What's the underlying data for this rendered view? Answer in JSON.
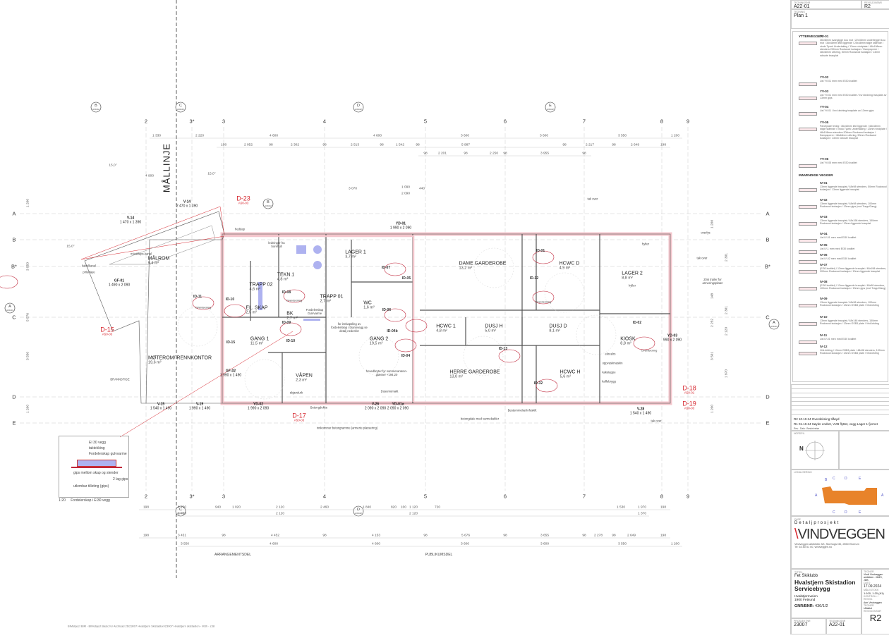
{
  "drawing": {
    "mallinje": "MÅLLINJE",
    "grid_columns": [
      "2",
      "3*",
      "3",
      "4",
      "5",
      "6",
      "7",
      "8",
      "9"
    ],
    "grid_rows": [
      "A",
      "B",
      "B*",
      "C",
      "D",
      "E"
    ],
    "section_markers": [
      {
        "label": "B",
        "ref": "A30-02"
      },
      {
        "label": "C",
        "ref": "A30-02"
      },
      {
        "label": "D",
        "ref": "A30-02"
      },
      {
        "label": "E",
        "ref": "A30-02"
      },
      {
        "label": "C",
        "ref": "A30-02"
      },
      {
        "label": "D",
        "ref": "A30-02"
      },
      {
        "label": "A",
        "ref": "A30-01"
      },
      {
        "label": "A",
        "ref": "A30-01"
      },
      {
        "label": "B",
        "ref": "A30-02"
      }
    ],
    "angles": [
      "15,0°",
      "15,0°",
      "15,0°"
    ],
    "dim_top1": [
      "1 330",
      "2 220",
      "4 600",
      "4 600",
      "3 600",
      "3 600",
      "3 550",
      "1 200"
    ],
    "dim_top2": [
      "198",
      "2 052",
      "98",
      "2 302",
      "98",
      "2 513",
      "98",
      "1 542",
      "98",
      "5 987",
      "98",
      "2 217",
      "98",
      "2 649",
      "198"
    ],
    "dim_top3": [
      "98",
      "2 201",
      "98",
      "2 250",
      "98",
      "3 955",
      "98"
    ],
    "dim_mid": [
      "3 070",
      "1 090",
      "2 090",
      "440",
      "4 900"
    ],
    "dim_bot1": [
      "198",
      "2 760",
      "940",
      "1 020",
      "2 120",
      "2 460",
      "1 840",
      "820",
      "100",
      "1 120",
      "720",
      "1 530",
      "1 970",
      "198"
    ],
    "dim_bot2": [
      "1 720",
      "2 120",
      "2 120",
      "1 370"
    ],
    "dim_bot3": [
      "198",
      "3 451",
      "98",
      "4 452",
      "98",
      "4 153",
      "98",
      "5 676",
      "98",
      "3 655",
      "98",
      "2 278",
      "98",
      "2 649",
      "198"
    ],
    "dim_bot4": [
      "3 550",
      "4 600",
      "4 600",
      "3 600",
      "3 600",
      "3 550",
      "1 200"
    ],
    "dim_left": [
      "1 200",
      "3 550",
      "5 576",
      "3 550",
      "1 200"
    ],
    "dim_right": [
      "1 200",
      "2 301",
      "148",
      "2 301",
      "2 252",
      "2 120",
      "3 501",
      "1 970",
      "1 200"
    ],
    "rooms": [
      {
        "name": "MÅLROM",
        "area": "9,4 m²"
      },
      {
        "name": "EL. SKAP",
        "area": "2,5 m²"
      },
      {
        "name": "TRAPP 02",
        "area": "4,6 m²"
      },
      {
        "name": "TEKN.1",
        "area": "4,8 m²"
      },
      {
        "name": "LAGER 1",
        "area": "3,7 m²"
      },
      {
        "name": "TRAPP 01",
        "area": "2,7 m²"
      },
      {
        "name": "WC",
        "area": "1,6 m²"
      },
      {
        "name": "BK",
        "area": "2,7 m²"
      },
      {
        "name": "GANG 1",
        "area": "11,5 m²"
      },
      {
        "name": "GANG 2",
        "area": "19,5 m²"
      },
      {
        "name": "VÅPEN",
        "area": "2,3 m²"
      },
      {
        "name": "MØTEROM/ RENNKONTOR",
        "area": "19,6 m²"
      },
      {
        "name": "DAME GARDEROBE",
        "area": "13,2 m²"
      },
      {
        "name": "HCWC D",
        "area": "4,9 m²"
      },
      {
        "name": "LAGER 2",
        "area": "8,8 m²"
      },
      {
        "name": "HCWC 1",
        "area": "4,8 m²"
      },
      {
        "name": "DUSJ H",
        "area": "5,0 m²"
      },
      {
        "name": "DUSJ D",
        "area": "8,1 m²"
      },
      {
        "name": "KIOSK",
        "area": "8,8 m²"
      },
      {
        "name": "HERRE GARDEROBE",
        "area": "13,0 m²"
      },
      {
        "name": "HCWC H",
        "area": "5,6 m²"
      }
    ],
    "detail_tags": [
      {
        "id": "D-23",
        "ref": "A50-03"
      },
      {
        "id": "D-15",
        "ref": "A50-03"
      },
      {
        "id": "D-17",
        "ref": "A50-03"
      },
      {
        "id": "D-18",
        "ref": "A50-01"
      },
      {
        "id": "D-19",
        "ref": "A50-03"
      }
    ],
    "id_labels": [
      "ID-11",
      "ID-10",
      "ID-08",
      "ID-09",
      "ID-10",
      "ID-15",
      "ID-07",
      "ID-05",
      "ID-06",
      "ID-04b",
      "ID-04",
      "ID-01",
      "ID-12",
      "ID-13",
      "ID-02",
      "ID-32"
    ],
    "cloud_text": "Overdekning",
    "windows": [
      {
        "id": "V-14",
        "size": "1 470 x 1 390"
      },
      {
        "id": "V-14",
        "size": "2 470 x 1 390"
      },
      {
        "id": "GF-01",
        "size": "1 490 x 2 090"
      },
      {
        "id": "V-15",
        "size": "1 540 x 1 490"
      },
      {
        "id": "V-19",
        "size": "1 990 x 1 490"
      },
      {
        "id": "YD-02",
        "size": "1 990 x 2 090"
      },
      {
        "id": "YD-01",
        "size": "1 990 x 2 090"
      },
      {
        "id": "V-26",
        "size": "2 090 x 2 090"
      },
      {
        "id": "YD-01a",
        "size": "2 090 x 2 090"
      },
      {
        "id": "V-28",
        "size": "1 540 x 1 490"
      },
      {
        "id": "YD-03",
        "size": "990 x 2 090"
      },
      {
        "id": "GF-02",
        "size": "1 990 x 1 490"
      }
    ],
    "notes": [
      "tak over",
      "tak over",
      "tak over",
      "BRANNSTIGE",
      "kabelkanal",
      "pirlerfaye",
      "mästilleps-kanal",
      "overlys",
      "heddap",
      "betongdale med varmekabler",
      "Bestemmelse/Infoskilt",
      "ledninger fra borehull",
      "Fordelerskap Gulvvarme",
      "for innkapsling av fordelerskap i brannvegg se detalj nedenfor",
      "hovedbryter fyr sommerantenn­glæmer +194,20",
      "hylter",
      "hyller",
      "kaffebrygg",
      "kaksteppe",
      "oppvaskmaskin",
      "ekreelrs",
      "Zink trailer for armeringsplater",
      "Dusumomakt",
      "Betongdekke",
      "skjærdurk",
      "innkommer betongramme (armerte plassering)",
      "ARRANGEMENTSDEL",
      "PUBLIKUMSDEL"
    ],
    "detail": {
      "labels": [
        "EI 30 vegg",
        "taktekking",
        "Fordelerskap gulvvarme",
        "gips mellom skap og stender",
        "2 lag gips",
        "utlembar tilleting (gips)"
      ],
      "scale": "1:20",
      "caption": "Fordelerskap i EI30 vegg"
    },
    "footer_path": "BIMobject BIM - BIMobject Basic for Archicad 26/23007 Hvalstjern Skistadion/23007 Hvalstjern skistadion - M3h - z38"
  },
  "titleblock": {
    "top": {
      "drawing_no_label": "TEGNINGSNR",
      "drawing_no": "A22-01",
      "rev_label": "REVISJONSNR",
      "rev": "R2",
      "drawing_label": "TEGNING",
      "drawing": "Plan 1"
    },
    "legend": {
      "exterior_title": "YTTERVEGGER",
      "exterior": [
        {
          "code": "YV-01",
          "desc": "36x48mm svangigge kou mot / 22x36mm undertegget kou mot / 36x48mm lekt liggende / 25x48mm stigle stående / vindu Tyvek Undertaking / 13mm vindplate / 48x198mm stenders 200mm Rockwool isolasjon / Dampsperre / 48x48mm utforing, 50mm Rockwool isolasjon / 13mm robuste brauplat"
        },
        {
          "code": "YV-02",
          "desc": "Lisl YV-01 men med EI30 kvalitet"
        },
        {
          "code": "YV-03",
          "desc": "Lisl YV-01 men med EI30 kvalitet / Inv kledning trasplate av 13mm gips"
        },
        {
          "code": "YV-04",
          "desc": "Lisl YV-01 / Inv kledning trasplate av 13mm gips"
        },
        {
          "code": "YV-05",
          "desc": "Panelplate ferdig / 36x48mm lekt liggende / 48x48mm stigle stående / vindu Tyvek Undertaking / 13mm vindplate / 48x198mm stenders 200mm Rockwool isolasjon / Dampsperre / 48x48mm utforing, 50mm Rockwool isolasjon / 13mm robuste brauplat"
        },
        {
          "code": "YV-06",
          "desc": "Lisl YV-05 men med EI30 kvalitet"
        }
      ],
      "interior_title": "INNVENDIGE VEGGER",
      "interior": [
        {
          "code": "IV-01",
          "desc": "13mm liggende brauplat / 48x98 stenders, 50mm Rockwool isolasjon / 13mm liggende brauplat"
        },
        {
          "code": "IV-02",
          "desc": "13mm liggende brauplat / 48x98 stenders, 100mm Rockwool isolasjon / 13mm gips (mot Trapp/Gang)"
        },
        {
          "code": "IV-03",
          "desc": "13mm liggende brauplat / 48x198 stenders, 150mm Rockwool isolasjon / 13mm liggende brauplat"
        },
        {
          "code": "IV-04",
          "desc": "Lisl IV-01 men med EI30 kvalitet"
        },
        {
          "code": "IV-05",
          "desc": "Lisl IV-1 men med EI30 kvalitet"
        },
        {
          "code": "IV-06",
          "desc": "Lisl IV-02 men med EI30 kvalitet"
        },
        {
          "code": "IV-07",
          "desc": "(EI30 kvalitet) / 13mm liggende brauplat / 48x198 stenders, 200mm Rockwool isolasjon / 13mm liggende brauplat"
        },
        {
          "code": "IV-08",
          "desc": "(EI30 kvalitet) / 13mm liggende brauplat / 48x98 stenders, 100mm Rockwool isolasjon / 13mm gips (mot Trapp/Gang)"
        },
        {
          "code": "IV-09",
          "desc": "13mm liggende brauplat / 48x98 stenders, 100mm Rockwool isolasjon / 13mm OSB3 plate / Vrid-lekting"
        },
        {
          "code": "IV-10",
          "desc": "13mm liggende brauplat / 48x148 stenders, 150mm Rockwool isolasjon / 13mm OSB3 plate / Vrid-lekting"
        },
        {
          "code": "IV-11",
          "desc": "Lisl IV-01 men med EI30 kvalitet"
        },
        {
          "code": "IV-12",
          "desc": "Vrid-lekting / 13mm OSB3 plate / 48x98 stenders, 100mm Rockwool isolasjon / 13mm OSB3 plate / Vrid-lekting"
        }
      ]
    },
    "revisions": [
      {
        "text": "R2 10.10.24 Overdekning tilføyd"
      },
      {
        "text": "R1 01.10.24 Søyler endret, VVB flyttet, vegg Lager 1 fjernet"
      }
    ],
    "rev_header": [
      "Rev.",
      "Dato",
      "Beskrivelse"
    ],
    "north_label": "NORDPIL",
    "north": "N",
    "locator_label": "LOKALISERING",
    "locator_marks": [
      "B",
      "C",
      "D",
      "E",
      "A",
      "A",
      "C",
      "D",
      "E"
    ],
    "locator_color": "#e8832a",
    "phase_label": "FASE",
    "phase": "Detaljprosjekt",
    "logo": "VINDVEGGEN",
    "address": "Vindveggen arkitekter AS, Storhogst 30, 2550 Elverum",
    "contact": "Tlf: 63 80 51 00, vindveggen.no",
    "title_label": "TITTEL",
    "client": "Fet Skiklubb",
    "project": "Hvalstjern Skistadion Servicebygg",
    "road": "Hvalstjernveien",
    "city": "1900 Fetsund",
    "gnr_label": "GNR/BNR:",
    "gnr": "436/1/2",
    "projno_label": "PROSJEKTNR",
    "projno": "23007",
    "drawno_label": "TEGNINGSNR",
    "drawno": "A22-01",
    "drawing_label": "TEGNING",
    "drawing": "Plan 1",
    "drawn_label": "TEGNER",
    "drawn": "Vindt Vindveggen arkitekter - MMS, JDB",
    "date_label": "DATO",
    "date": "17.09.2024",
    "scale_label": "MÅLESTOKK",
    "scale": "1:100, 1:20 (A1)",
    "control_label": "KONTROLL / REVISJ.",
    "control": [
      "Ann",
      "Vindveggen"
    ],
    "rev_label": "REVISJONSNR",
    "rev": "R2",
    "status_label": "TEGNER",
    "status_text": "Utfaktot"
  },
  "colors": {
    "accent_red": "#d6262e",
    "wall_pink": "#f4c6cc",
    "blue_fill": "#aeb2f0"
  }
}
